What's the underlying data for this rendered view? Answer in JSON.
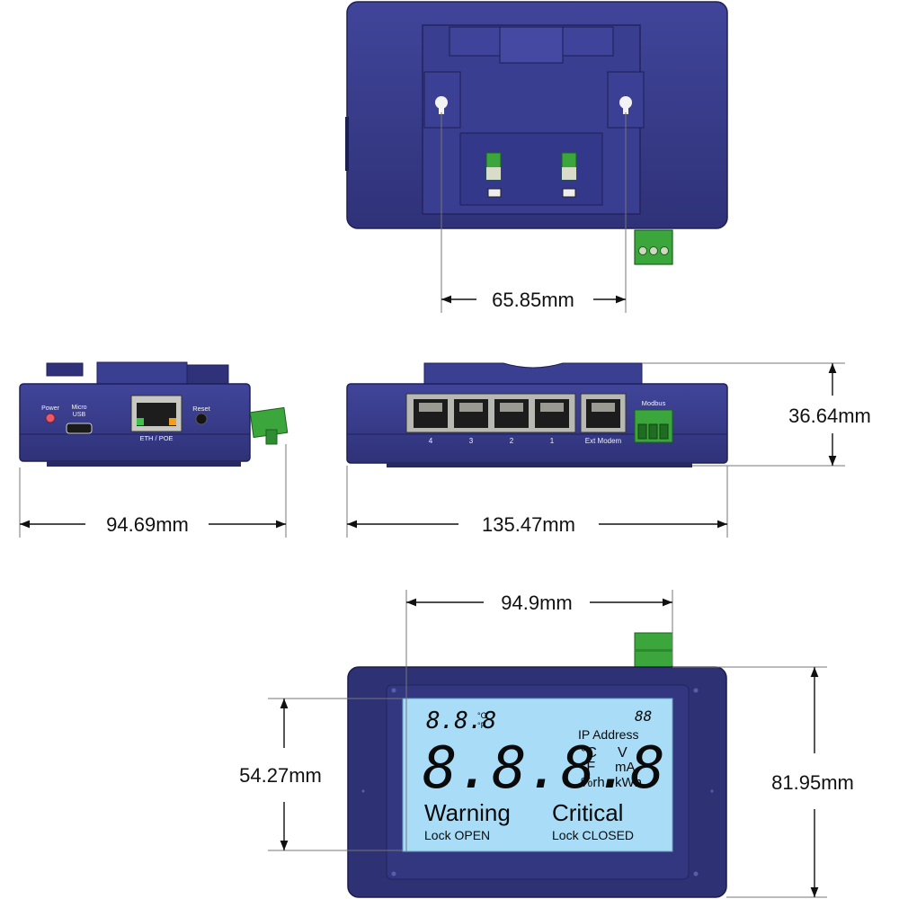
{
  "dimensions": {
    "mount_hole_spacing": "65.85mm",
    "depth": "94.69mm",
    "width": "135.47mm",
    "height": "36.64mm",
    "display_width": "94.9mm",
    "display_height": "54.27mm",
    "front_height": "81.95mm"
  },
  "side_panel": {
    "power": "Power",
    "micro_usb_line1": "Micro",
    "micro_usb_line2": "USB",
    "eth_poe": "ETH / POE",
    "reset": "Reset"
  },
  "back_panel": {
    "port_4": "4",
    "port_3": "3",
    "port_2": "2",
    "port_1": "1",
    "ext_modem": "Ext Modem",
    "modbus": "Modbus"
  },
  "lcd": {
    "small_digits": "8.8.8",
    "small_unit_c": "°C",
    "small_unit_f": "°F",
    "corner_digits": "88",
    "big_digits": "8.8.8.8",
    "ip_address": "IP Address",
    "unit_c": "°C",
    "unit_f": "°F",
    "unit_rh": "%rh",
    "unit_v": "V",
    "unit_ma": "mA",
    "unit_kwh": "kWh",
    "warning": "Warning",
    "critical": "Critical",
    "lock_open": "Lock OPEN",
    "lock_closed": "Lock CLOSED"
  },
  "colors": {
    "body": "#383c8c",
    "body_dark": "#2a2d6c",
    "lcd_bg": "#a9dcf6",
    "terminal": "#3aa63c",
    "rj45": "#b9b9b4"
  }
}
